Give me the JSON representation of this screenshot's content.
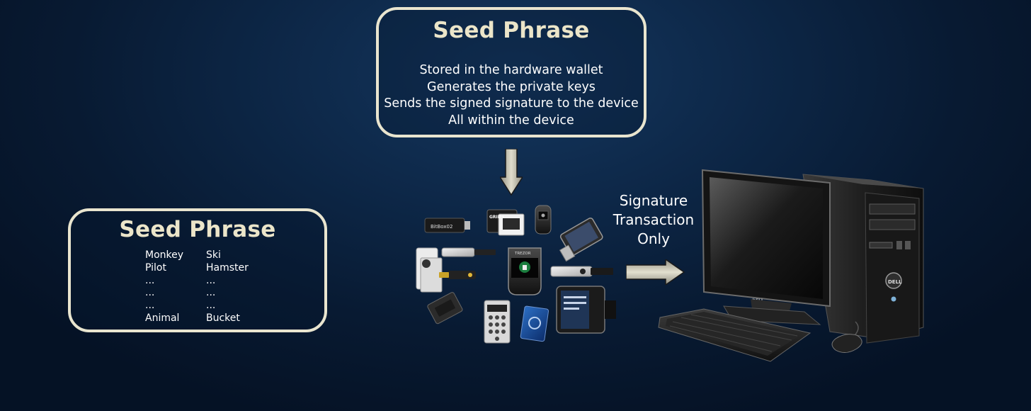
{
  "top_box": {
    "title": "Seed Phrase",
    "lines": [
      "Stored in the hardware wallet",
      "Generates the private keys",
      "Sends the signed signature to the device",
      "All within the device"
    ]
  },
  "left_box": {
    "title": "Seed Phrase",
    "words_left": [
      "Monkey",
      "Pilot",
      "...",
      "...",
      "...",
      "Animal"
    ],
    "words_right": [
      "Ski",
      "Hamster",
      "...",
      "...",
      "...",
      "Bucket"
    ]
  },
  "signature_label": {
    "line1": "Signature",
    "line2": "Transaction",
    "line3": "Only"
  },
  "devices": {
    "bitbox_label": "BitBox02",
    "grid_label": "GRID+",
    "trezor_label": "TREZOR",
    "monitor_brand": "DELL",
    "tower_brand": "DELL"
  },
  "colors": {
    "box_border": "#e9e5cf",
    "title_text": "#ebe5c9",
    "background_center": "#14375f",
    "background_edge": "#051225",
    "arrow_fill": "#d8d6c6"
  }
}
